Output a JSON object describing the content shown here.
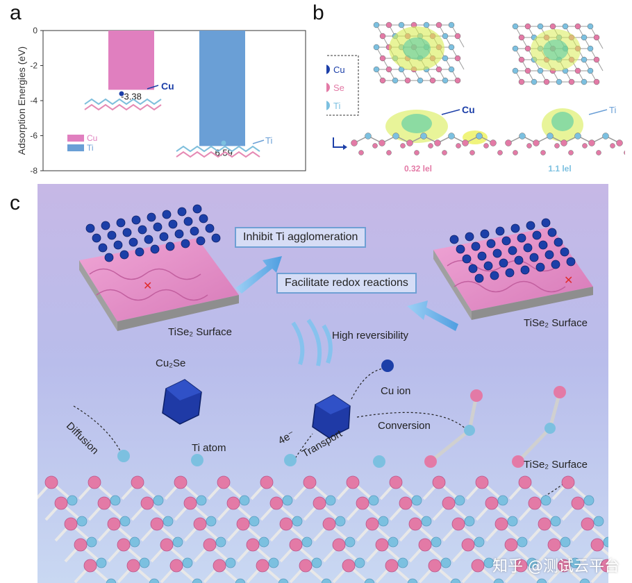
{
  "panel_labels": {
    "a": "a",
    "b": "b",
    "c": "c"
  },
  "chart_data": {
    "type": "bar",
    "categories": [
      "Cu",
      "Ti"
    ],
    "values": [
      -3.38,
      -6.59
    ],
    "value_labels": [
      "-3.38",
      "-6.59"
    ],
    "ylabel": "Adsorption Energies (eV)",
    "ylim": [
      -8,
      0
    ],
    "yticks": [
      "0",
      "-2",
      "-4",
      "-6",
      "-8"
    ],
    "legend": [
      "Cu",
      "Ti"
    ],
    "legend_position": "bottom-left",
    "colors": {
      "Cu": "#e07fbf",
      "Ti": "#6a9fd6"
    },
    "structure_labels": {
      "cu": "Cu",
      "ti": "Ti"
    }
  },
  "panel_b": {
    "legend": [
      {
        "label": "Cu",
        "color": "#1c3fa8"
      },
      {
        "label": "Se",
        "color": "#e37aa6"
      },
      {
        "label": "Ti",
        "color": "#7cc0e0"
      }
    ],
    "arrow_labels": {
      "cu": "Cu",
      "ti": "Ti"
    },
    "charge_values": {
      "cu": "0.32 lel",
      "ti": "1.1 lel"
    }
  },
  "panel_c": {
    "boxes": {
      "inhibit": "Inhibit Ti agglomeration",
      "facilitate": "Facilitate redox reactions"
    },
    "labels": {
      "surface_left": "TiSe₂ Surface",
      "surface_right": "TiSe₂ Surface",
      "surface_bottom": "TiSe₂ Surface",
      "high_reversibility": "High reversibility",
      "cu2se": "Cu₂Se",
      "diffusion": "Diffusion",
      "ti_atom": "Ti atom",
      "cu_ion": "Cu ion",
      "conversion": "Conversion",
      "four_e": "4e⁻",
      "transport": "Transport"
    }
  },
  "watermark": "知乎 @测试云平台"
}
